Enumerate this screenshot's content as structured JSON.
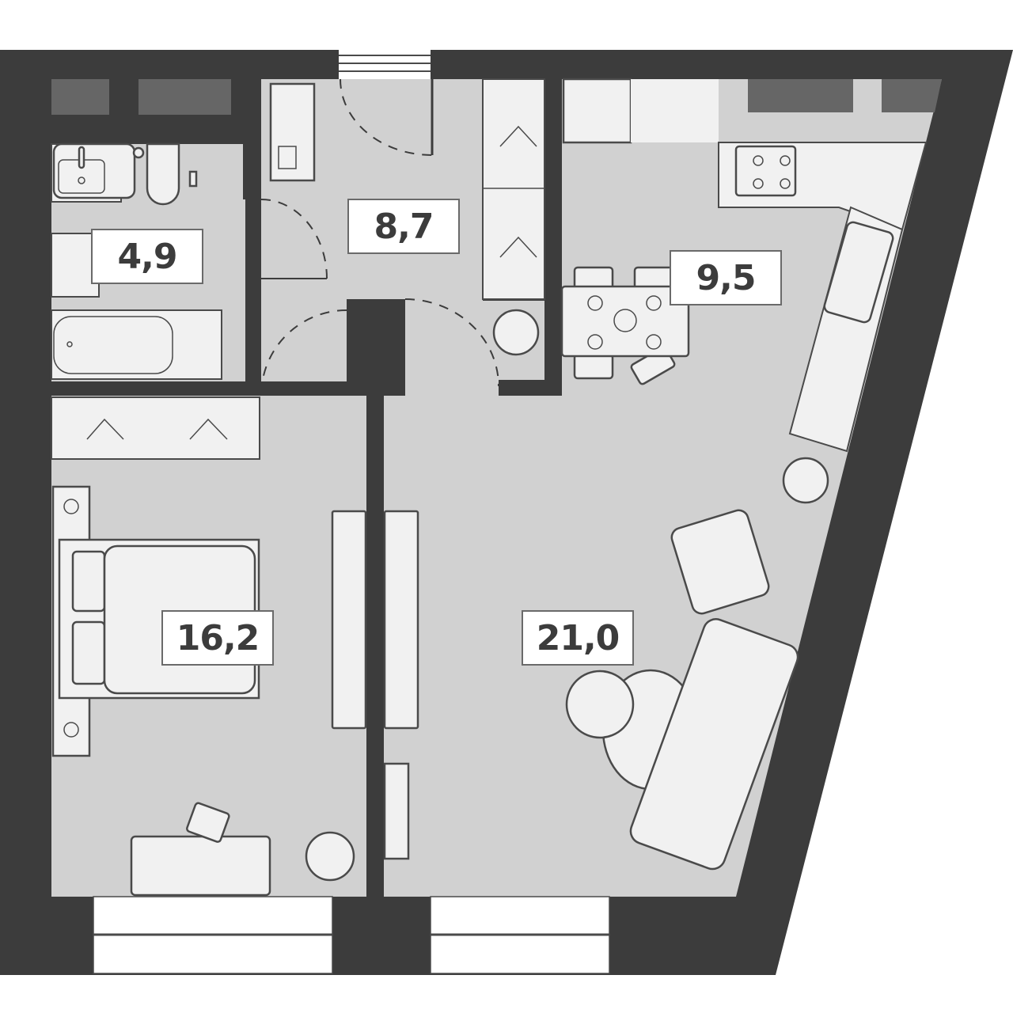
{
  "plan": {
    "colors": {
      "wall": "#3c3c3c",
      "floor": "#d1d1d1",
      "furniture": "#f1f1f1",
      "window_glass": "#666666",
      "outline": "#4a4a4a",
      "label_bg": "#ffffff",
      "label_text": "#3c3c3c"
    },
    "rooms": [
      {
        "id": "bathroom",
        "area": "4,9"
      },
      {
        "id": "hallway",
        "area": "8,7"
      },
      {
        "id": "kitchen",
        "area": "9,5"
      },
      {
        "id": "bedroom",
        "area": "16,2"
      },
      {
        "id": "living-room",
        "area": "21,0"
      }
    ]
  }
}
